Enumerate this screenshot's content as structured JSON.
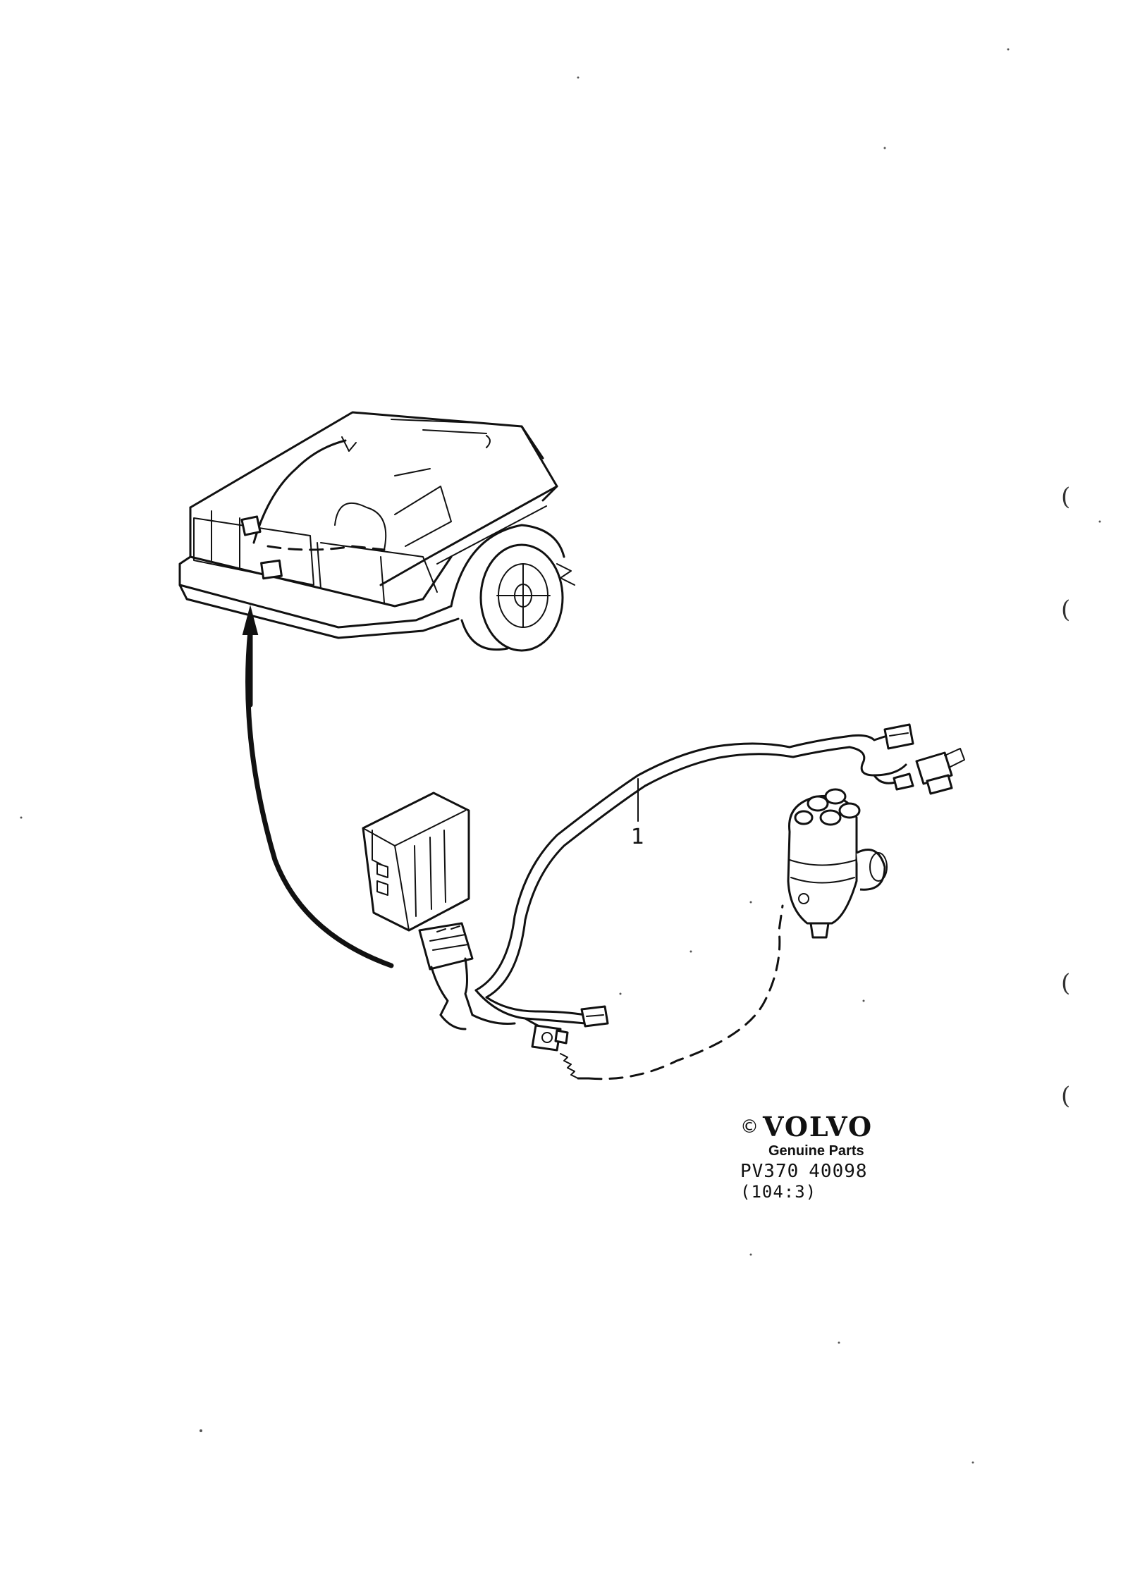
{
  "diagram": {
    "part_callouts": [
      {
        "number": "1"
      }
    ]
  },
  "logo": {
    "copyright_symbol": "©",
    "brand": "VOLVO",
    "subtitle": "Genuine Parts",
    "pv_prefix": "PV370",
    "pv_number": "40098",
    "figure_ref": "(104:3)"
  },
  "margin_marks": [
    "(",
    "(",
    "(",
    "("
  ]
}
